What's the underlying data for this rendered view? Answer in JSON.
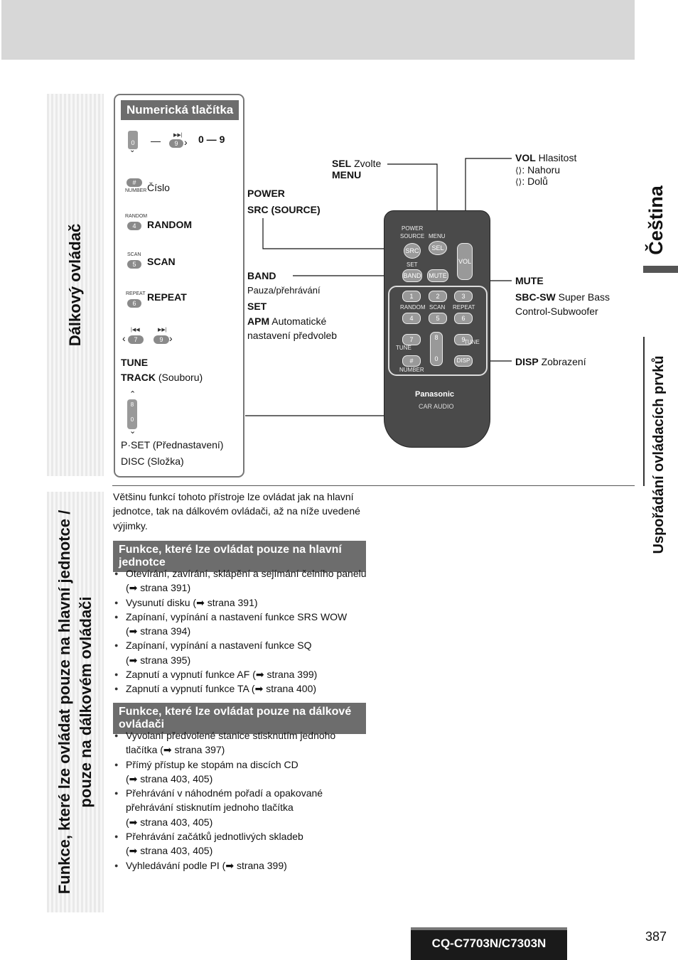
{
  "top_band": "",
  "side_labels": {
    "remote": "Dálkový ovládač",
    "functions_line1": "Funkce, které lze ovládat pouze na hlavní jednotce /",
    "functions_line2": "pouze na dálkovém ovládači",
    "language": "Čeština",
    "layout": "Uspořádání ovládacích prvků"
  },
  "numeric": {
    "header": "Numerická tlačítka",
    "range": "0 — 9",
    "dash": "—",
    "cislo": "Číslo",
    "random": "RANDOM",
    "scan": "SCAN",
    "repeat": "REPEAT",
    "tune": "TUNE",
    "track": "TRACK",
    "track_note": "(Souboru)",
    "pset": "P·SET (Přednastavení)",
    "disc": "DISC (Složka)",
    "key_0": "0",
    "key_9": "9",
    "key_hash": "#",
    "key_number": "NUMBER",
    "key_random": "RANDOM",
    "key_4": "4",
    "key_scan": "SCAN",
    "key_5": "5",
    "key_repeat": "REPEAT",
    "key_6": "6",
    "key_7": "7",
    "key_8": "8"
  },
  "remote_callouts": {
    "sel": "SEL",
    "sel_text": "Zvolte",
    "menu": "MENU",
    "power": "POWER",
    "src": "SRC (SOURCE)",
    "band": "BAND",
    "band_text": "Pauza/přehrávání",
    "set": "SET",
    "apm": "APM",
    "apm_text1": "Automatické",
    "apm_text2": "nastavení předvoleb",
    "vol": "VOL",
    "vol_text": "Hlasitost",
    "vol_up": ": Nahoru",
    "vol_down": ": Dolů",
    "mute": "MUTE",
    "sbc": "SBC-SW",
    "sbc_text": "Super Bass",
    "sbc_text2": "Control-Subwoofer",
    "disp": "DISP",
    "disp_text": "Zobrazení"
  },
  "remote": {
    "power": "POWER",
    "source": "SOURCE",
    "menu": "MENU",
    "src": "SRC",
    "sel": "SEL",
    "set": "SET",
    "band": "BAND",
    "mute": "MUTE",
    "vol": "VOL",
    "random": "RANDOM",
    "scan": "SCAN",
    "repeat": "REPEAT",
    "tune_left": "TUNE",
    "tune_right": "TUNE",
    "number": "NUMBER",
    "disp": "DISP",
    "brand": "Panasonic",
    "sub": "CAR AUDIO",
    "k1": "1",
    "k2": "2",
    "k3": "3",
    "k4": "4",
    "k5": "5",
    "k6": "6",
    "k7": "7",
    "k8": "8",
    "k9": "9",
    "k0": "0",
    "khash": "#"
  },
  "intro": [
    "Většinu funkcí tohoto přístroje lze ovládat jak na hlavní",
    "jednotce, tak na dálkovém ovládači, až na níže uvedené",
    "výjimky."
  ],
  "main_only": {
    "header": "Funkce, které lze ovládat pouze na hlavní jednotce",
    "items": [
      [
        "Otevírání, zavírání, sklápění a sejímání čelního panelu",
        "(➡ strana 391)"
      ],
      [
        "Vysunutí disku (➡ strana 391)"
      ],
      [
        "Zapínaní, vypínání a nastavení funkce SRS WOW",
        "(➡ strana 394)"
      ],
      [
        "Zapínaní, vypínání a nastavení funkce SQ",
        "(➡ strana 395)"
      ],
      [
        "Zapnutí a vypnutí funkce AF (➡ strana 399)"
      ],
      [
        "Zapnutí a vypnutí funkce TA (➡ strana 400)"
      ]
    ]
  },
  "remote_only": {
    "header": "Funkce, které lze ovládat pouze na dálkové ovládači",
    "items": [
      [
        "Vyvolaní předvolené stanice stisknutím jednoho",
        "tlačítka (➡ strana 397)"
      ],
      [
        "Přímý přístup ke stopám na discích CD",
        "(➡ strana 403, 405)"
      ],
      [
        "Přehrávání v náhodném pořadí a opakované",
        "přehrávání stisknutím jednoho tlačítka",
        "(➡ strana 403, 405)"
      ],
      [
        "Přehrávání začátků jednotlivých skladeb",
        "(➡ strana 403, 405)"
      ],
      [
        "Vyhledávání podle PI (➡ strana 399)"
      ]
    ]
  },
  "footer": {
    "model": "CQ-C7703N/C7303N",
    "page": "387"
  }
}
